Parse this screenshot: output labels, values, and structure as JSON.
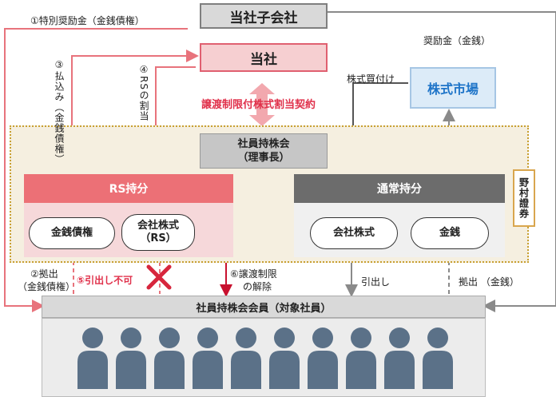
{
  "subsidiary": "当社子会社",
  "company": "当社",
  "contract": "譲渡制限付株式割当契約",
  "market": "株式市場",
  "association": {
    "line1": "社員持株会",
    "line2": "（理事長）"
  },
  "rs_section": "RS持分",
  "normal_section": "通常持分",
  "pills": {
    "monetary_claim": "金銭債権",
    "company_stock_rs_1": "会社株式",
    "company_stock_rs_2": "（RS）",
    "company_stock": "会社株式",
    "cash": "金銭"
  },
  "nomura": "野村證券",
  "members": "社員持株会会員（対象社員）",
  "labels": {
    "step1": "①特別奨励金（金銭債権）",
    "incentive_cash": "奨励金（金銭）",
    "step3": "③払込み（金銭債権）",
    "step4": "④RSの割当",
    "stock_purchase": "株式買付け",
    "step2_a": "②拠出",
    "step2_b": "（金銭債権）",
    "step5": "⑤引出し不可",
    "step6_a": "⑥譲渡制限",
    "step6_b": "の解除",
    "withdraw": "引出し",
    "contribute_cash": "拠出 （金銭）"
  },
  "colors": {
    "red": "#e0304a",
    "pink_line": "#e8737c",
    "gray_line": "#8a8a8a",
    "person": "#5b7188"
  },
  "member_count": 10
}
